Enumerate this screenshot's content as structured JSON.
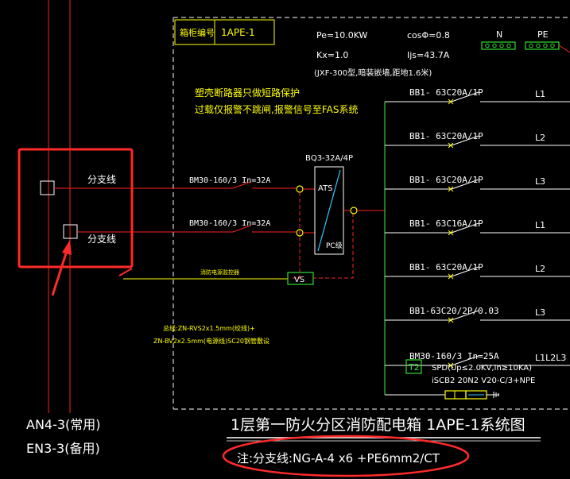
{
  "colors": {
    "background": "#000000",
    "frame": "#ffffff",
    "text": "#ffffff",
    "feeder": "#ff2020",
    "bus": "#34c834",
    "label": "#ffff00",
    "annotation": "#ff2a2a",
    "terminal": "#2ee02e",
    "ats": "#2ec8ff"
  },
  "header": {
    "id_label": "箱柜编号",
    "id_value": "1APE-1",
    "pe": "Pe=10.0KW",
    "cos": "cosΦ=0.8",
    "kx": "Kx=1.0",
    "ijs": "Ijs=43.7A",
    "cabinet_note": "(JXF-300型,暗装嵌墙,距地1.6米)",
    "n_label": "N",
    "pe_label": "PE"
  },
  "notes": {
    "protection_line1": "塑壳断路器只做短路保护",
    "protection_line2": "过载仅报警不跳闸,报警信号至FAS系统",
    "cable_line1": "总线:ZN-RVS2x1.5mm(绞线)+",
    "cable_line2": "ZN-BV2x2.5mm(电源线)SC20钢管敷设",
    "vs_signal_label": "消防电源监控器"
  },
  "incoming": [
    {
      "label": "分支线",
      "breaker": "BM30-160/3  In=32A"
    },
    {
      "label": "分支线",
      "breaker": "BM30-160/3  In=32A"
    }
  ],
  "ats": {
    "model": "BQ3-32A/4P",
    "top_label": "ATS",
    "bottom_label": "PC级"
  },
  "vs_label": "VS",
  "outgoing": [
    {
      "breaker": "BB1- 63C20A/1P",
      "phase": "L1"
    },
    {
      "breaker": "BB1- 63C20A/1P",
      "phase": "L2"
    },
    {
      "breaker": "BB1- 63C20A/1P",
      "phase": "L3"
    },
    {
      "breaker": "BB1- 63C16A/1P",
      "phase": "L1"
    },
    {
      "breaker": "BB1- 63C20A/1P",
      "phase": "L2"
    },
    {
      "breaker": "BB1-63C20/2P/0.03",
      "phase": "L3"
    },
    {
      "breaker": "BM30-160/3  In=25A",
      "phase": "L1L2L3"
    }
  ],
  "spd": {
    "tag": "T2",
    "line1": "SPD(Up≤2.0KV,In≥10KA)",
    "line2": "iSCB2 20N2   V20-C/3+NPE"
  },
  "feeders": {
    "normal": "AN4-3(常用)",
    "backup": "EN3-3(备用)"
  },
  "title": "1层第一防火分区消防配电箱  1APE-1系统图",
  "footnote": "注:分支线:NG-A-4 x6 +PE6mm2/CT"
}
